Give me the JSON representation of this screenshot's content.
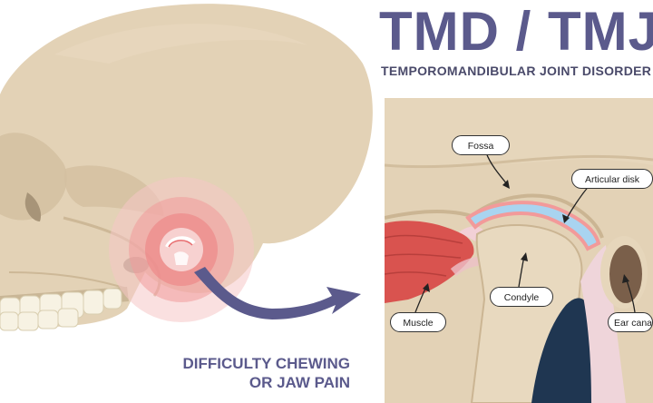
{
  "title": "TMD / TMJ",
  "subtitle": "TEMPOROMANDIBULAR JOINT DISORDER",
  "caption": {
    "line1": "DIFFICULTY CHEWING",
    "line2": "OR JAW PAIN"
  },
  "labels": {
    "fossa": "Fossa",
    "articular_disk": "Articular disk",
    "muscle": "Muscle",
    "condyle": "Condyle",
    "ear_canal": "Ear canal"
  },
  "colors": {
    "title": "#5b5a8c",
    "skull": "#e3d2b6",
    "inflammation": "#e8545b",
    "disk": "#a9d4f0",
    "muscle": "#d9534f",
    "dark_tissue": "#1f3651"
  }
}
